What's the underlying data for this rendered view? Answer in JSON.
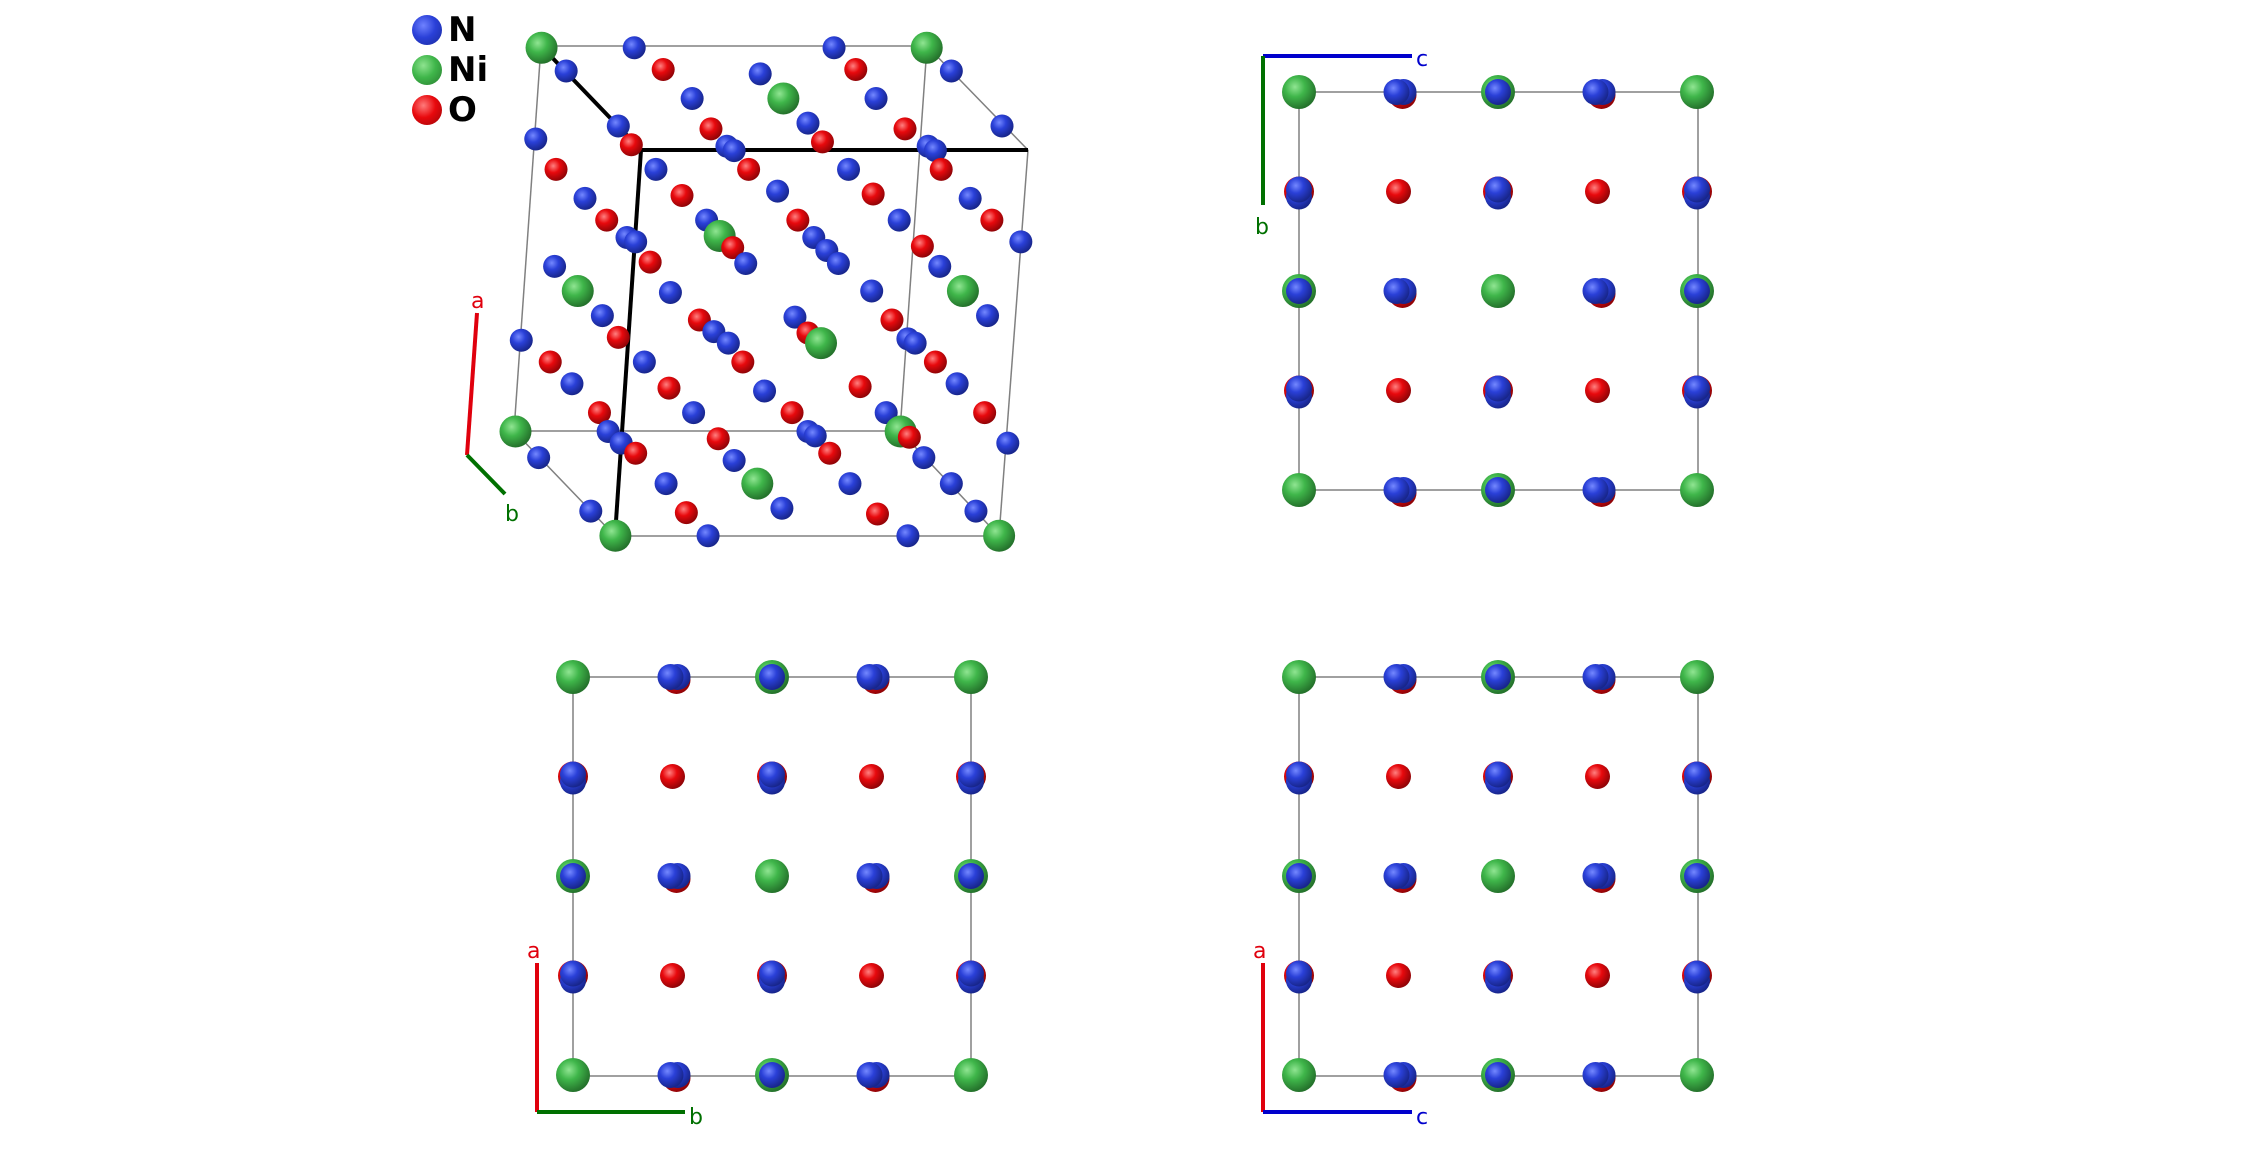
{
  "legend": {
    "items": [
      {
        "symbol": "N",
        "color": "#2a40d8"
      },
      {
        "symbol": "Ni",
        "color": "#3fb64a"
      },
      {
        "symbol": "O",
        "color": "#e8090d"
      }
    ]
  },
  "colors": {
    "N": "#2a40d8",
    "Ni": "#3fb64a",
    "O": "#e8090d",
    "axis_a": "#e0000d",
    "axis_b": "#007000",
    "axis_c": "#0000cc",
    "cell_line": "#808080",
    "bond": "#000000"
  },
  "views": [
    {
      "name": "perspective",
      "axes": [
        {
          "label": "a"
        },
        {
          "label": "b"
        }
      ]
    },
    {
      "name": "view-along-a",
      "axes": [
        {
          "label": "c"
        },
        {
          "label": "b"
        }
      ]
    },
    {
      "name": "view-along-c",
      "axes": [
        {
          "label": "a"
        },
        {
          "label": "b"
        }
      ]
    },
    {
      "name": "view-along-b",
      "axes": [
        {
          "label": "a"
        },
        {
          "label": "c"
        }
      ]
    }
  ]
}
